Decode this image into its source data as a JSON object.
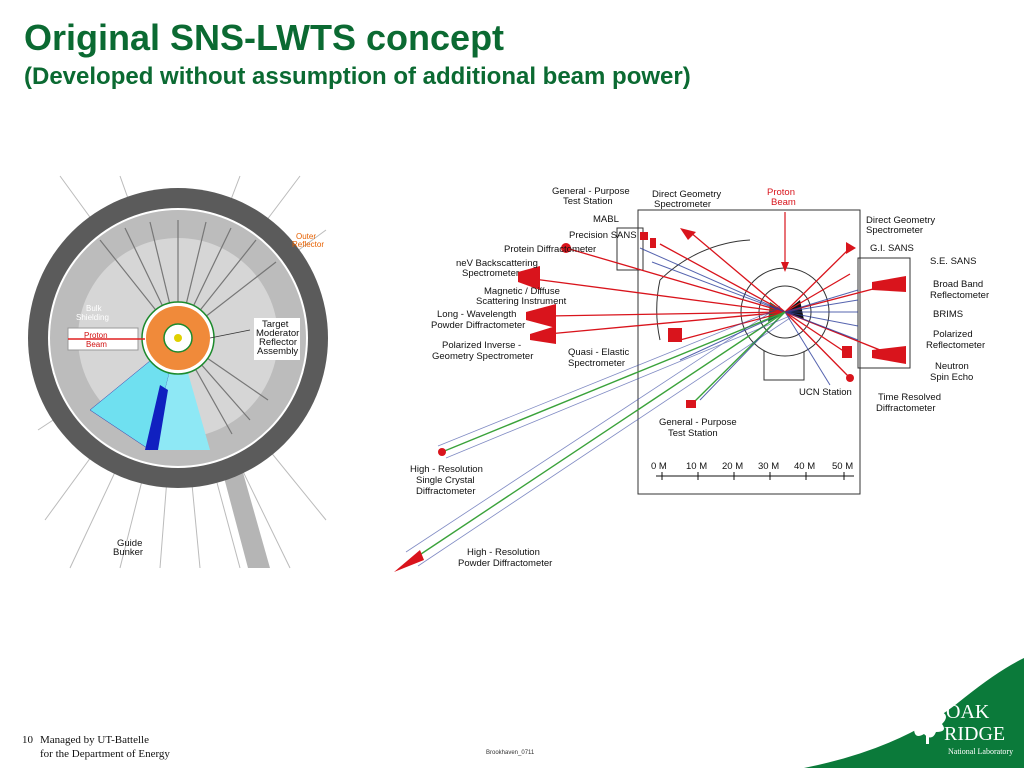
{
  "slide": {
    "title": "Original SNS-LWTS concept",
    "subtitle": "(Developed without assumption of additional beam power)"
  },
  "left_diagram": {
    "labels": {
      "outer_reflector_1": "Outer",
      "outer_reflector_2": "Reflector",
      "bulk_1": "Bulk",
      "bulk_2": "Shielding",
      "proton_1": "Proton",
      "proton_2": "Beam",
      "tmra_1": "Target",
      "tmra_2": "Moderator",
      "tmra_3": "Reflector",
      "tmra_4": "Assembly",
      "guide_1": "Guide",
      "guide_2": "Bunker"
    }
  },
  "right_diagram": {
    "labels": {
      "gpts_top_1": "General - Purpose",
      "gpts_top_2": "Test Station",
      "dgs_top_1": "Direct Geometry",
      "dgs_top_2": "Spectrometer",
      "proton_1": "Proton",
      "proton_2": "Beam",
      "mabl": "MABL",
      "precision_sans": "Precision SANS",
      "protein": "Protein Diffractometer",
      "nev_1": "neV Backscattering",
      "nev_2": "Spectrometer",
      "magnetic_1": "Magnetic / Diffuse",
      "magnetic_2": "Scattering Instrument",
      "long_1": "Long - Wavelength",
      "long_2": "Powder Diffractometer",
      "polarized_inv_1": "Polarized Inverse -",
      "polarized_inv_2": "Geometry Spectrometer",
      "quasi_1": "Quasi - Elastic",
      "quasi_2": "Spectrometer",
      "dgs_right_1": "Direct Geometry",
      "dgs_right_2": "Spectrometer",
      "gi_sans": "G.I. SANS",
      "se_sans": "S.E. SANS",
      "broad_1": "Broad Band",
      "broad_2": "Reflectometer",
      "brims": "BRIMS",
      "polref_1": "Polarized",
      "polref_2": "Reflectometer",
      "neutron_1": "Neutron",
      "neutron_2": "Spin Echo",
      "ucn": "UCN Station",
      "trd_1": "Time Resolved",
      "trd_2": "Diffractometer",
      "gpts_bottom_1": "General - Purpose",
      "gpts_bottom_2": "Test Station",
      "hrsc_1": "High - Resolution",
      "hrsc_2": "Single Crystal",
      "hrsc_3": "Diffractometer",
      "hrpd_1": "High - Resolution",
      "hrpd_2": "Powder Diffractometer"
    },
    "scale_ticks": [
      "0 M",
      "10 M",
      "20 M",
      "30 M",
      "40 M",
      "50 M"
    ]
  },
  "footer": {
    "page_number": "10",
    "line1": "Managed by UT-Battelle",
    "line2": "for the Department of Energy",
    "center": "Brookhaven_0711"
  },
  "logo": {
    "oak": "OAK",
    "ridge": "RIDGE",
    "lab": "National Laboratory"
  },
  "colors": {
    "title_green": "#0b6a32",
    "footer_green": "#0b7a3a",
    "beamline_red": "#d9141c",
    "beamline_blue": "#2c3e9c",
    "beamline_green": "#3aa23a"
  }
}
